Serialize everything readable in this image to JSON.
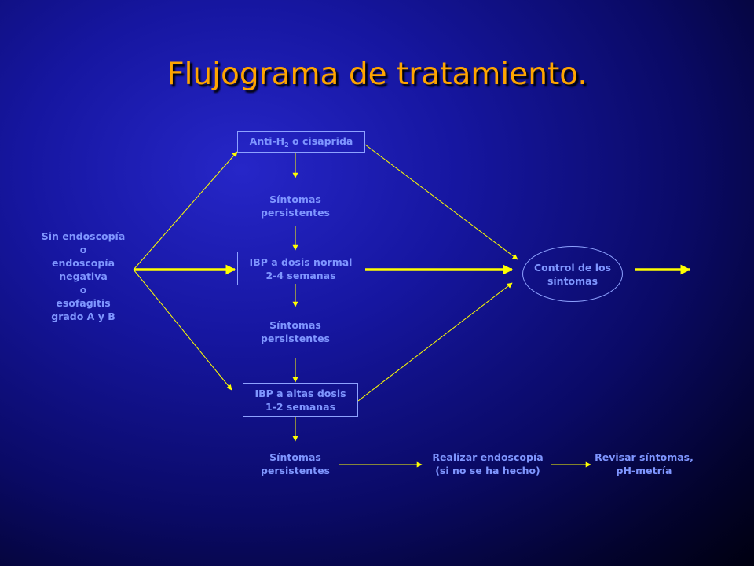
{
  "title": "Flujograma de tratamiento.",
  "accent_colors": {
    "title": "#ffa500",
    "text": "#7f96ff",
    "arrow": "#ffff00"
  },
  "start_node": [
    "Sin endoscopía",
    "o",
    "endoscopía",
    "negativa",
    "o",
    "esofagitis",
    "grado A y B"
  ],
  "box_anti_h2": {
    "prefix": "Anti-H",
    "subscript": "2",
    "suffix": " o cisaprida"
  },
  "persistent_1": [
    "Síntomas",
    "persistentes"
  ],
  "box_ibp_normal": [
    "IBP a dosis normal",
    "2-4 semanas"
  ],
  "persistent_2": [
    "Síntomas",
    "persistentes"
  ],
  "box_ibp_high": [
    "IBP a altas dosis",
    "1-2 semanas"
  ],
  "persistent_3": [
    "Síntomas",
    "persistentes"
  ],
  "control_node": [
    "Control de los",
    "síntomas"
  ],
  "endoscopy_node": [
    "Realizar endoscopía",
    "(si no se ha hecho)"
  ],
  "review_node": [
    "Revisar síntomas,",
    "pH-metría"
  ]
}
